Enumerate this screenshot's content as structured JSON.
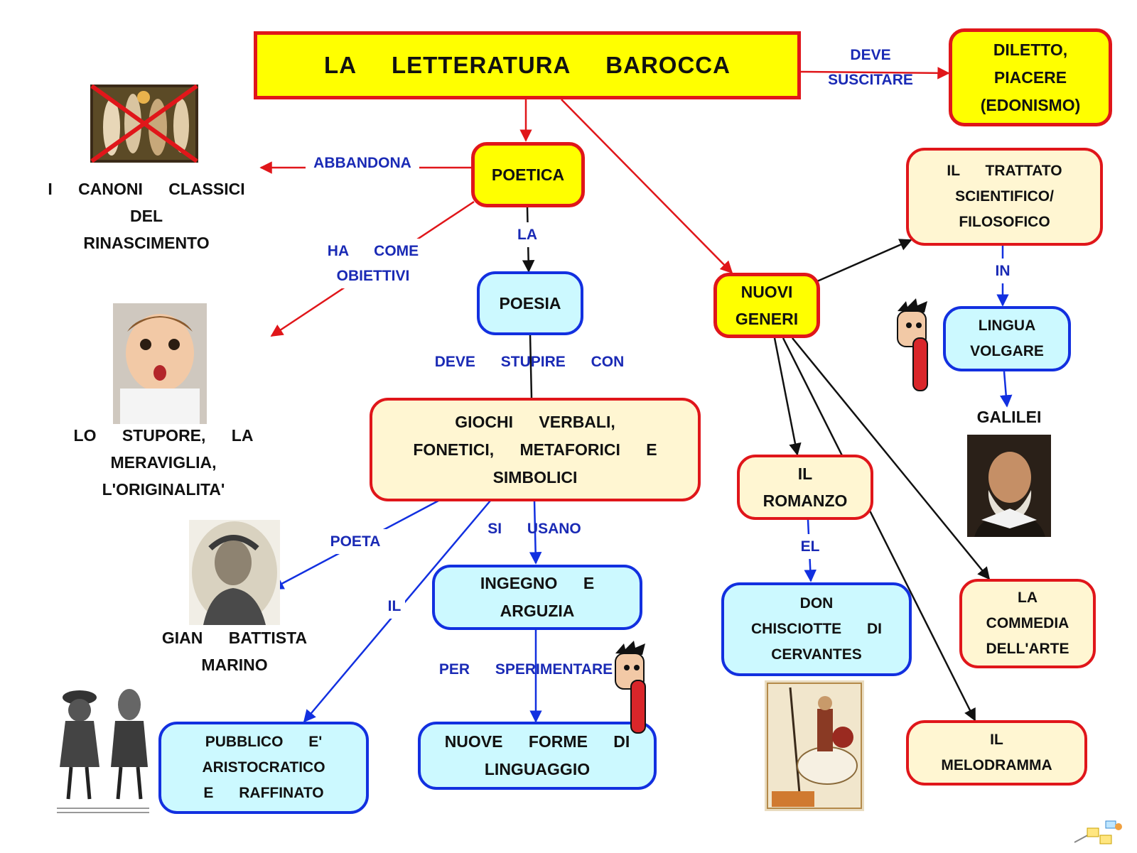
{
  "nodes": {
    "title": "LA LETTERATURA BAROCCA",
    "diletto": "DILETTO,\nPIACERE\n(EDONISMO)",
    "poetica": "POETICA",
    "poesia": "POESIA",
    "giochi": "GIOCHI VERBALI,\nFONETICI, METAFORICI E\nSIMBOLICI",
    "ingegno": "INGEGNO E\nARGUZIA",
    "nuove_forme": "NUOVE FORME DI\nLINGUAGGIO",
    "pubblico": "PUBBLICO E'\nARISTOCRATICO\nE RAFFINATO",
    "nuovi_generi": "NUOVI\nGENERI",
    "trattato": "IL TRATTATO\nSCIENTIFICO/\nFILOSOFICO",
    "lingua_volgare": "LINGUA\nVOLGARE",
    "romanzo": "IL\nROMANZO",
    "don_chisciotte": "DON\nCHISCIOTTE DI\nCERVANTES",
    "commedia": "LA\nCOMMEDIA\nDELL'ARTE",
    "melodramma": "IL\nMELODRAMMA"
  },
  "texts": {
    "canoni": "I CANONI CLASSICI\nDEL\nRINASCIMENTO",
    "stupore": "LO STUPORE, LA\nMERAVIGLIA,\nL'ORIGINALITA'",
    "marino": "GIAN BATTISTA\nMARINO",
    "galilei": "GALILEI"
  },
  "labels": {
    "deve_suscitare": "DEVE\nSUSCITARE",
    "abbandona": "ABBANDONA",
    "ha_come_obiettivi": "HA COME\nOBIETTIVI",
    "la": "LA",
    "deve_stupire_con": "DEVE STUPIRE CON",
    "si_usano": "SI USANO",
    "poeta": "POETA",
    "il": "IL",
    "per_sperimentare": "PER SPERIMENTARE",
    "in": "IN",
    "el": "EL"
  },
  "images": {
    "rinascimento_painting": "crossed-out-renaissance-painting",
    "baby_face": "astonished-baby-photo",
    "marino_portrait": "laurel-crowned-portrait",
    "courtiers": "engraving-of-courtiers",
    "galilei_portrait": "galileo-portrait",
    "quixote_poster": "don-quixote-poster",
    "cartoon_1": "tongue-out-cartoon",
    "cartoon_2": "tongue-out-cartoon",
    "logo": "mappe-logo"
  },
  "colors": {
    "yellow": "#ffff00",
    "cream": "#fff6d2",
    "cyan": "#ccf9ff",
    "red_border": "#e0161a",
    "blue_border": "#1230e0",
    "label_blue": "#1a2ab5"
  }
}
